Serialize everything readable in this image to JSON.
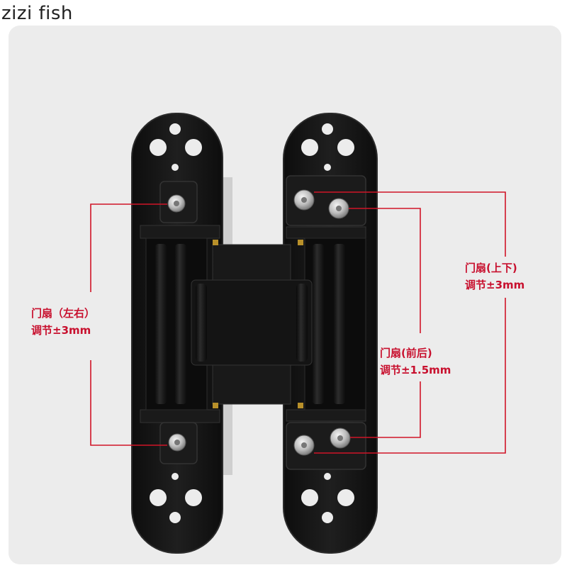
{
  "watermark": "zizi fish",
  "colors": {
    "panel": "#ededed",
    "hinge_body": "#151515",
    "hinge_edge": "#2a2a2a",
    "accent_line": "#d01427",
    "label_text": "#c8102e",
    "screw": "#c9c9c9"
  },
  "labels": {
    "left": {
      "line1": "门扇（左右）",
      "line2": "调节±3mm"
    },
    "middle": {
      "line1": "门扇(前后)",
      "line2": "调节±1.5mm"
    },
    "right": {
      "line1": "门扇(上下)",
      "line2": "调节±3mm"
    }
  }
}
